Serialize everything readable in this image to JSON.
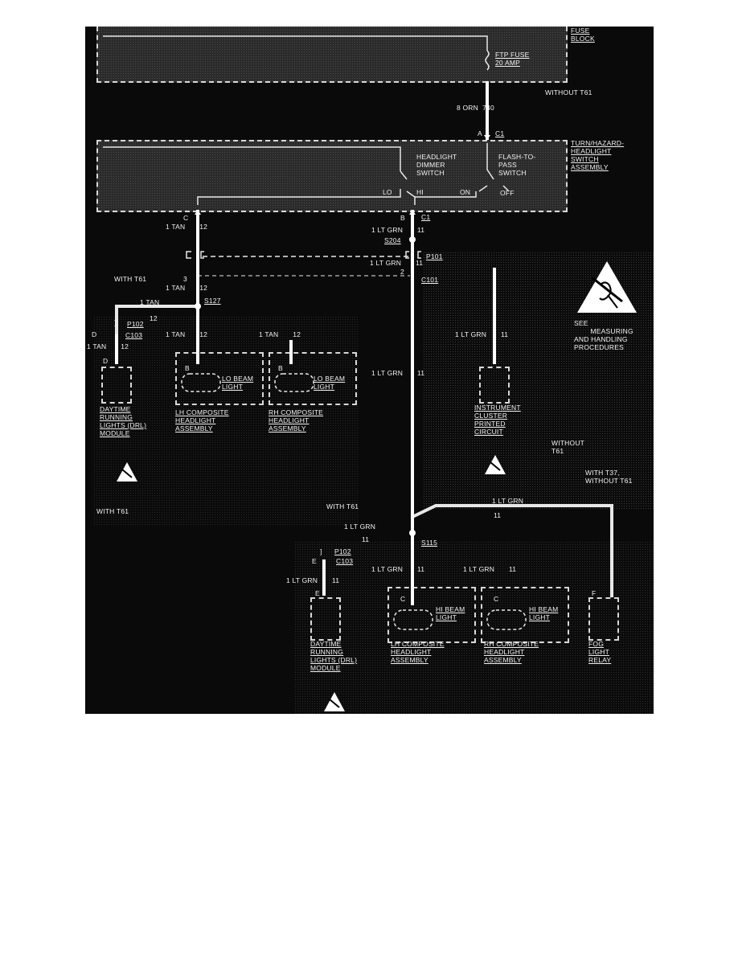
{
  "fuse_block": {
    "title": "FUSE\nBLOCK",
    "fuse": "FTP FUSE\n20 AMP",
    "note": "WITHOUT T61"
  },
  "feed_wire": {
    "label": "8 ORN  740",
    "connector": "A",
    "connector_id": "C1"
  },
  "switch": {
    "title": "TURN/HAZARD-\nHEADLIGHT\nSWITCH\nASSEMBLY",
    "dimmer": "HEADLIGHT\nDIMMER\nSWITCH",
    "flash": "FLASH-TO-\nPASS\nSWITCH",
    "lo": "LO",
    "hi": "HI",
    "on": "ON",
    "off": "OFF"
  },
  "left_branch": {
    "pin_c": "C",
    "wire_top": "1 TAN       12",
    "pin_3": "3",
    "with_t61": "WITH T61",
    "wire_mid": "1 TAN       12",
    "splice": "S127",
    "wire_drl_top": "1 TAN",
    "num_drl_top": "12",
    "p102": "P102",
    "pin_d": "D",
    "c103": "C103",
    "wire_drl": "1 TAN       12",
    "pin_d2": "D",
    "wire_lh": "1 TAN       12",
    "wire_rh": "1 TAN       12"
  },
  "center_branch": {
    "pin_b": "B",
    "c1": "C1",
    "wire_top": "1 LT GRN       11",
    "splice": "S204",
    "p101": "P101",
    "wire_mid": "1 LT GRN       11",
    "pin_2": "2",
    "c101": "C101",
    "wire_long": "1 LT GRN       11"
  },
  "cluster": {
    "wire": "1 LT GRN       11",
    "label": "INSTRUMENT\nCLUSTER\nPRINTED\nCIRCUIT",
    "note": "WITHOUT\nT61"
  },
  "warning": {
    "text": "SEE\n        MEASURING\nAND HANDLING\nPROCEDURES"
  },
  "drl_top": {
    "pin": "D",
    "label": "DAYTIME\nRUNNING\nLIGHTS (DRL)\nMODULE",
    "note": "WITH T61"
  },
  "lh_lo": {
    "pin": "B",
    "light": "LO BEAM\nLIGHT",
    "label": "LH COMPOSITE\nHEADLIGHT\nASSEMBLY"
  },
  "rh_lo": {
    "pin": "B",
    "light": "LO BEAM\nLIGHT",
    "label": "RH COMPOSITE\nHEADLIGHT\nASSEMBLY"
  },
  "lower": {
    "with_t37": "WITH T37,\nWITHOUT T61",
    "wire_fog": "1 LT GRN",
    "num_fog": "11",
    "with_t61": "WITH T61",
    "wire_drl_top": "1 LT GRN",
    "num_drl_top": "11",
    "splice": "S115",
    "p102": "P102",
    "pin_e": "E",
    "c103": "C103",
    "wire_drl": "1 LT GRN       11",
    "wire_lh": "1 LT GRN       11",
    "wire_rh": "1 LT GRN       11"
  },
  "drl_bottom": {
    "pin": "E",
    "label": "DAYTIME\nRUNNING\nLIGHTS (DRL)\nMODULE"
  },
  "lh_hi": {
    "pin": "C",
    "light": "HI BEAM\nLIGHT",
    "label": "LH COMPOSITE\nHEADLIGHT\nASSEMBLY"
  },
  "rh_hi": {
    "pin": "C",
    "light": "HI BEAM\nLIGHT",
    "label": "RH COMPOSITE\nHEADLIGHT\nASSEMBLY"
  },
  "fog": {
    "pin": "F",
    "label": "FOG\nLIGHT\nRELAY"
  }
}
